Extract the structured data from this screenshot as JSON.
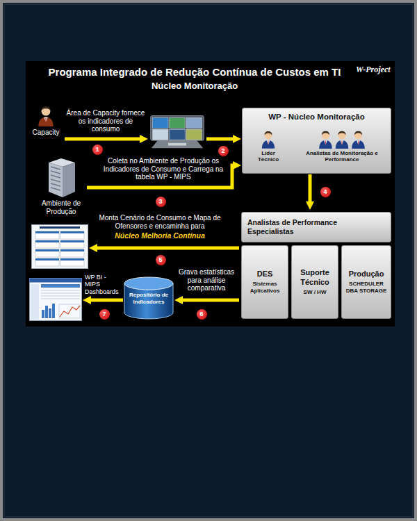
{
  "diagram": {
    "title": "Programa Integrado de Redução Contínua de Custos em TI",
    "nodes": [
      {
        "text": [
          "Capacity"
        ]
      },
      {
        "text": []
      },
      {
        "text": [
          "WP - Núcleo Monitoração"
        ]
      },
      {
        "text": [
          "Líder Técnico"
        ],
        "in": 2
      },
      {
        "text": [
          "Analistas de Monitoração e Performance"
        ],
        "in": 2
      },
      {
        "text": [
          "Ambiente de Produção"
        ]
      },
      {
        "text": [
          "Analistas de Performance Especialistas"
        ]
      },
      {
        "text": [
          "DES",
          "Sistemas Aplicativos"
        ],
        "in": 6
      },
      {
        "text": [
          "Suporte Técnico",
          "SW / HW"
        ],
        "in": 6
      },
      {
        "text": [
          "Produção",
          "SCHEDULER DBA STORAGE"
        ],
        "in": 6
      },
      {
        "text": []
      },
      {
        "text": [
          "Repositório de indicadores"
        ]
      },
      {
        "text": [
          "WP BI - MIPS Dashboards"
        ]
      }
    ],
    "edges": [
      {
        "from": 0,
        "to": 1,
        "arrow": "to",
        "label": "Área de Capacity fornece os indicadores de consumo"
      },
      {
        "from": 1,
        "to": 2,
        "arrow": "to"
      },
      {
        "from": 5,
        "to": 2,
        "arrow": "to",
        "label": "Coleta no Ambiente de Produção os Indicadores de Consumo e Carrega na tabela WP - MIPS"
      },
      {
        "from": 2,
        "to": 6,
        "arrow": "to"
      },
      {
        "from": 6,
        "to": 10,
        "arrow": "to",
        "label": "Monta Cenário de Consumo e Mapa de Ofensores e encaminha para"
      },
      {
        "from": 6,
        "to": 11,
        "arrow": "to",
        "label": "Grava estatísticas para análise comparativa"
      },
      {
        "from": 11,
        "to": 12,
        "arrow": "to"
      }
    ],
    "labels": [
      "Núcleo Monitoração",
      "W-Project",
      "1",
      "2",
      "3",
      "4",
      "5",
      "6",
      "7",
      "Núcleo Melhoria Contínua"
    ]
  }
}
